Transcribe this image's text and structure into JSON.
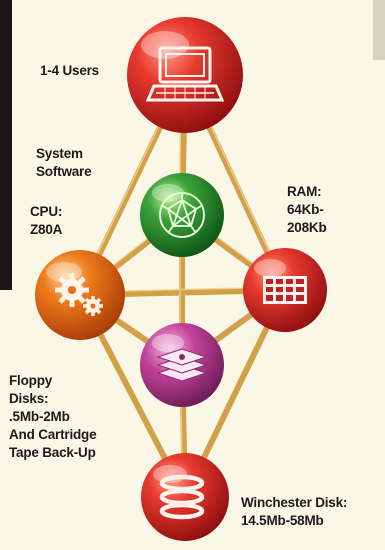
{
  "nodes": {
    "users": {
      "label": "1-4 Users",
      "color": "#e4242a"
    },
    "software": {
      "label": "System\nSoftware",
      "color": "#3aa23a"
    },
    "cpu": {
      "label": "CPU:\nZ80A",
      "color": "#f07a1c"
    },
    "ram": {
      "label": "RAM:\n64Kb-\n208Kb",
      "color": "#e4242a"
    },
    "floppy": {
      "label": "Floppy\nDisks:\n.5Mb-2Mb\nAnd Cartridge\nTape Back-Up",
      "color": "#c2449a"
    },
    "winchester": {
      "label": "Winchester Disk:\n14.5Mb-58Mb",
      "color": "#e4242a"
    }
  },
  "icons": {
    "users": "terminal-icon",
    "software": "geodesic-sphere-icon",
    "cpu": "gears-icon",
    "ram": "memory-grid-icon",
    "floppy": "stacked-disks-icon",
    "winchester": "disk-platters-icon"
  },
  "connector_color": "#d9a64a"
}
